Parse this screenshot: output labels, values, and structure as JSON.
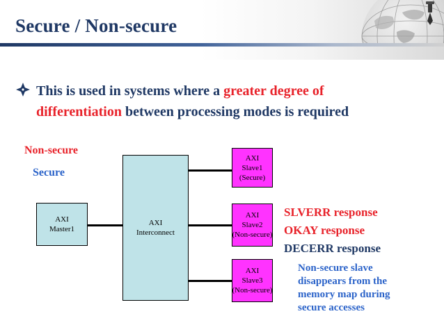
{
  "slide": {
    "title": "Secure / Non-secure",
    "bullet": {
      "part1": "This is used in systems where a ",
      "highlight": "greater degree of differentiation",
      "part2": " between processing modes is required"
    }
  },
  "legend": {
    "nonsecure": "Non-secure",
    "secure": "Secure"
  },
  "diagram": {
    "master": [
      "AXI",
      "Master1"
    ],
    "interconnect": [
      "AXI",
      "Interconnect"
    ],
    "slave1": [
      "AXI",
      "Slave1",
      "(Secure)"
    ],
    "slave2": [
      "AXI",
      "Slave2",
      "(Non-secure)"
    ],
    "slave3": [
      "AXI",
      "Slave3",
      "(Non-secure)"
    ]
  },
  "responses": [
    "SLVERR response",
    "OKAY response",
    "DECERR response"
  ],
  "note": [
    "Non-secure slave",
    "disappears from the",
    "memory map during",
    "secure accesses"
  ],
  "colors": {
    "title": "#1f3864",
    "highlight": "#e8222a",
    "secure_blue": "#2b63c9",
    "axi_box": "#bfe3e8",
    "slave_box": "#ff33ff"
  },
  "icons": {
    "bullet": "diamond-bullet-icon",
    "header_decoration": "globe-icon"
  }
}
